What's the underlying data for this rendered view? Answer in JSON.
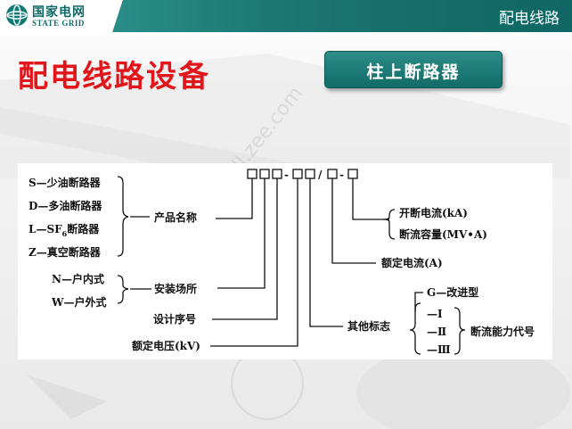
{
  "header": {
    "logo_cn": "国家电网",
    "logo_en": "STATE GRID",
    "section": "配电线路"
  },
  "title": "配电线路设备",
  "subtitle": "柱上断路器",
  "diagram": {
    "code_pattern": {
      "separator_dash": "-",
      "separator_slash": "/"
    },
    "product_types": [
      "S—少油断路器",
      "D—多油断路器",
      "L—SF断路器",
      "Z—真空断路器"
    ],
    "sf6_subscript": "6",
    "product_name": "产品名称",
    "install_types": [
      "N—户内式",
      "W—户外式"
    ],
    "install_place": "安装场所",
    "design_number": "设计序号",
    "rated_voltage": "额定电压(kV)",
    "rated_current": "额定电流(A)",
    "breaking": [
      "开断电流(kA)",
      "断流容量(MV•A)"
    ],
    "other_mark": "其他标志",
    "improved": "G—改进型",
    "capacity_levels": [
      "—Ⅰ",
      "—Ⅱ",
      "—Ⅲ"
    ],
    "capacity_code": "断流能力代号"
  },
  "watermark": "http://dl.zee.com"
}
